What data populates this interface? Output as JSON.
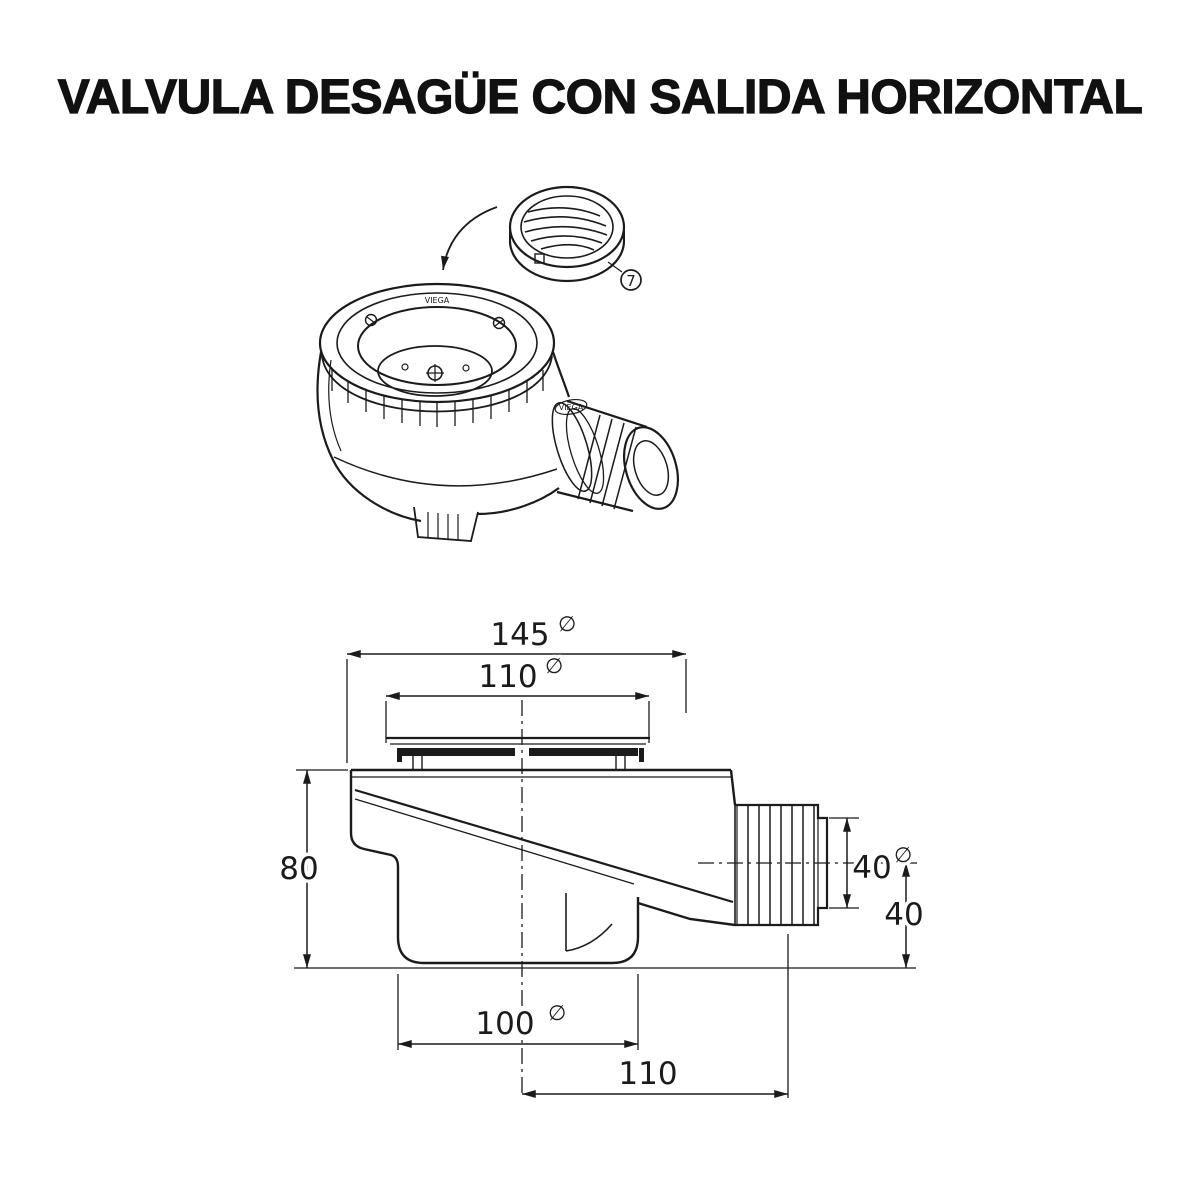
{
  "page": {
    "colors": {
      "bg": "#ffffff",
      "ink": "#1b1b1b"
    }
  },
  "title": {
    "text": "VALVULA DESAGÜE CON SALIDA HORIZONTAL"
  },
  "diagram": {
    "brand": "VIEGA",
    "callout_7": "7",
    "dims": {
      "flange_outer": {
        "v": "145",
        "dia": "∅"
      },
      "flange_inner": {
        "v": "110",
        "dia": "∅"
      },
      "height": {
        "v": "80"
      },
      "outlet_dia": {
        "v": "40",
        "dia": "∅"
      },
      "outlet_drop": {
        "v": "40"
      },
      "bowl_width": {
        "v": "100",
        "dia": "∅"
      },
      "outlet_reach": {
        "v": "110"
      }
    }
  }
}
